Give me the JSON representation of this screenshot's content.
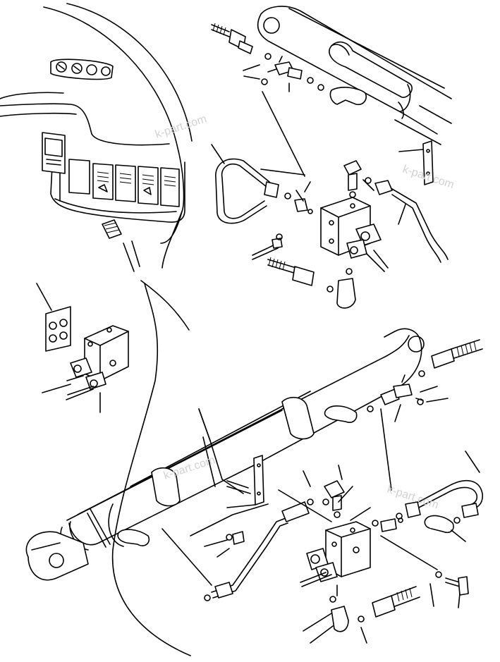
{
  "watermarks": [
    "k-part.com",
    "k-part.com",
    "k-part.com",
    "k-part.com"
  ],
  "colors": {
    "line": "#000000",
    "background": "#ffffff",
    "watermark": "#d2d2d2"
  }
}
